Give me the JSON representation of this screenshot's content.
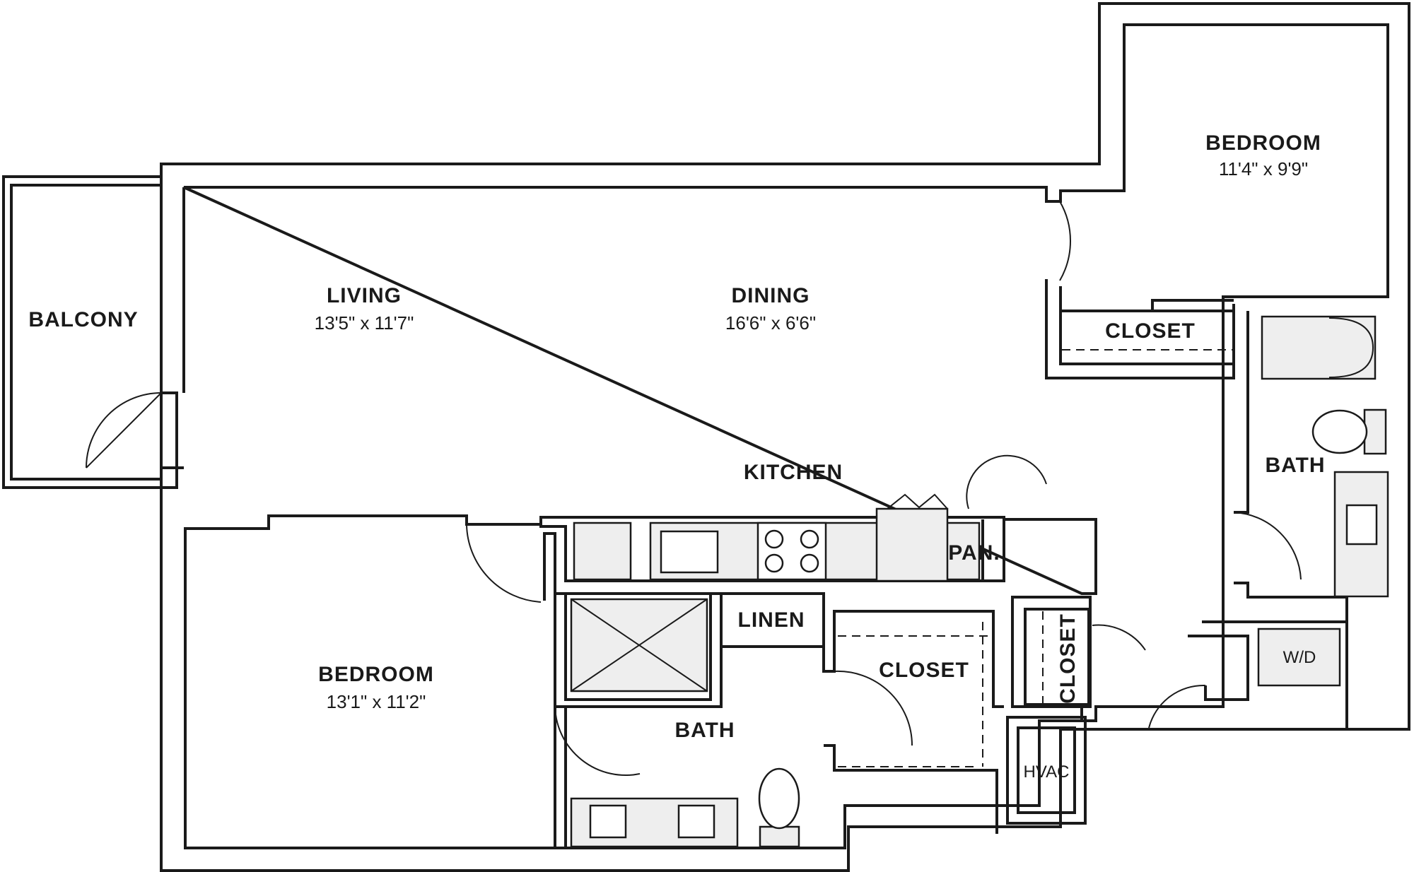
{
  "rooms": {
    "balcony": {
      "name": "BALCONY"
    },
    "living": {
      "name": "LIVING",
      "dims": "13'5\" x 11'7\""
    },
    "dining": {
      "name": "DINING",
      "dims": "16'6\" x 6'6\""
    },
    "kitchen": {
      "name": "KITCHEN"
    },
    "bedroom_main": {
      "name": "BEDROOM",
      "dims": "11'4\" x 9'9\""
    },
    "closet_main": {
      "name": "CLOSET"
    },
    "bath_main": {
      "name": "BATH"
    },
    "bedroom_second": {
      "name": "BEDROOM",
      "dims": "13'1\" x 11'2\""
    },
    "bath_second": {
      "name": "BATH"
    },
    "linen": {
      "name": "LINEN"
    },
    "closet_walkin": {
      "name": "CLOSET"
    },
    "closet_small": {
      "name": "CLOSET"
    },
    "pantry": {
      "name": "PAN."
    }
  },
  "fixtures": {
    "washer_dryer": "W/D",
    "hvac": "HVAC"
  }
}
